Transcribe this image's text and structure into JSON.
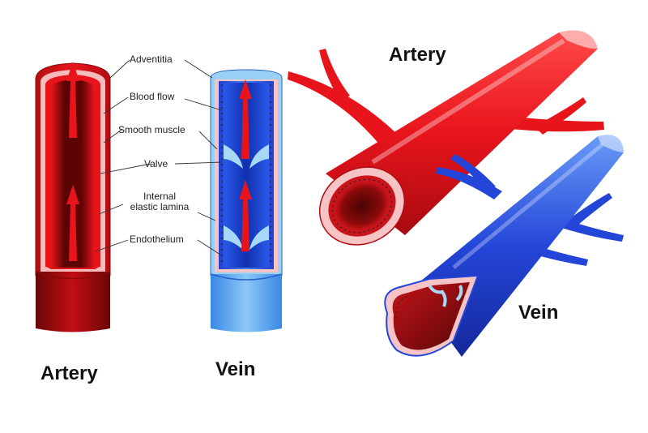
{
  "labels": {
    "adventitia": "Adventitia",
    "blood_flow": "Blood flow",
    "smooth_muscle": "Smooth muscle",
    "valve": "Valve",
    "internal_elastic_lamina_line1": "Internal",
    "internal_elastic_lamina_line2": "elastic lamina",
    "endothelium": "Endothelium"
  },
  "captions": {
    "artery_left": "Artery",
    "vein_left": "Vein",
    "artery_right": "Artery",
    "vein_right": "Vein"
  },
  "colors": {
    "artery_red": "#e8141c",
    "artery_dark": "#7a0a0a",
    "adventitia_pink": "#f7c7c4",
    "vein_blue": "#2446d8",
    "vein_light": "#6fb2f0",
    "flow_arrow": "#e8141c"
  }
}
